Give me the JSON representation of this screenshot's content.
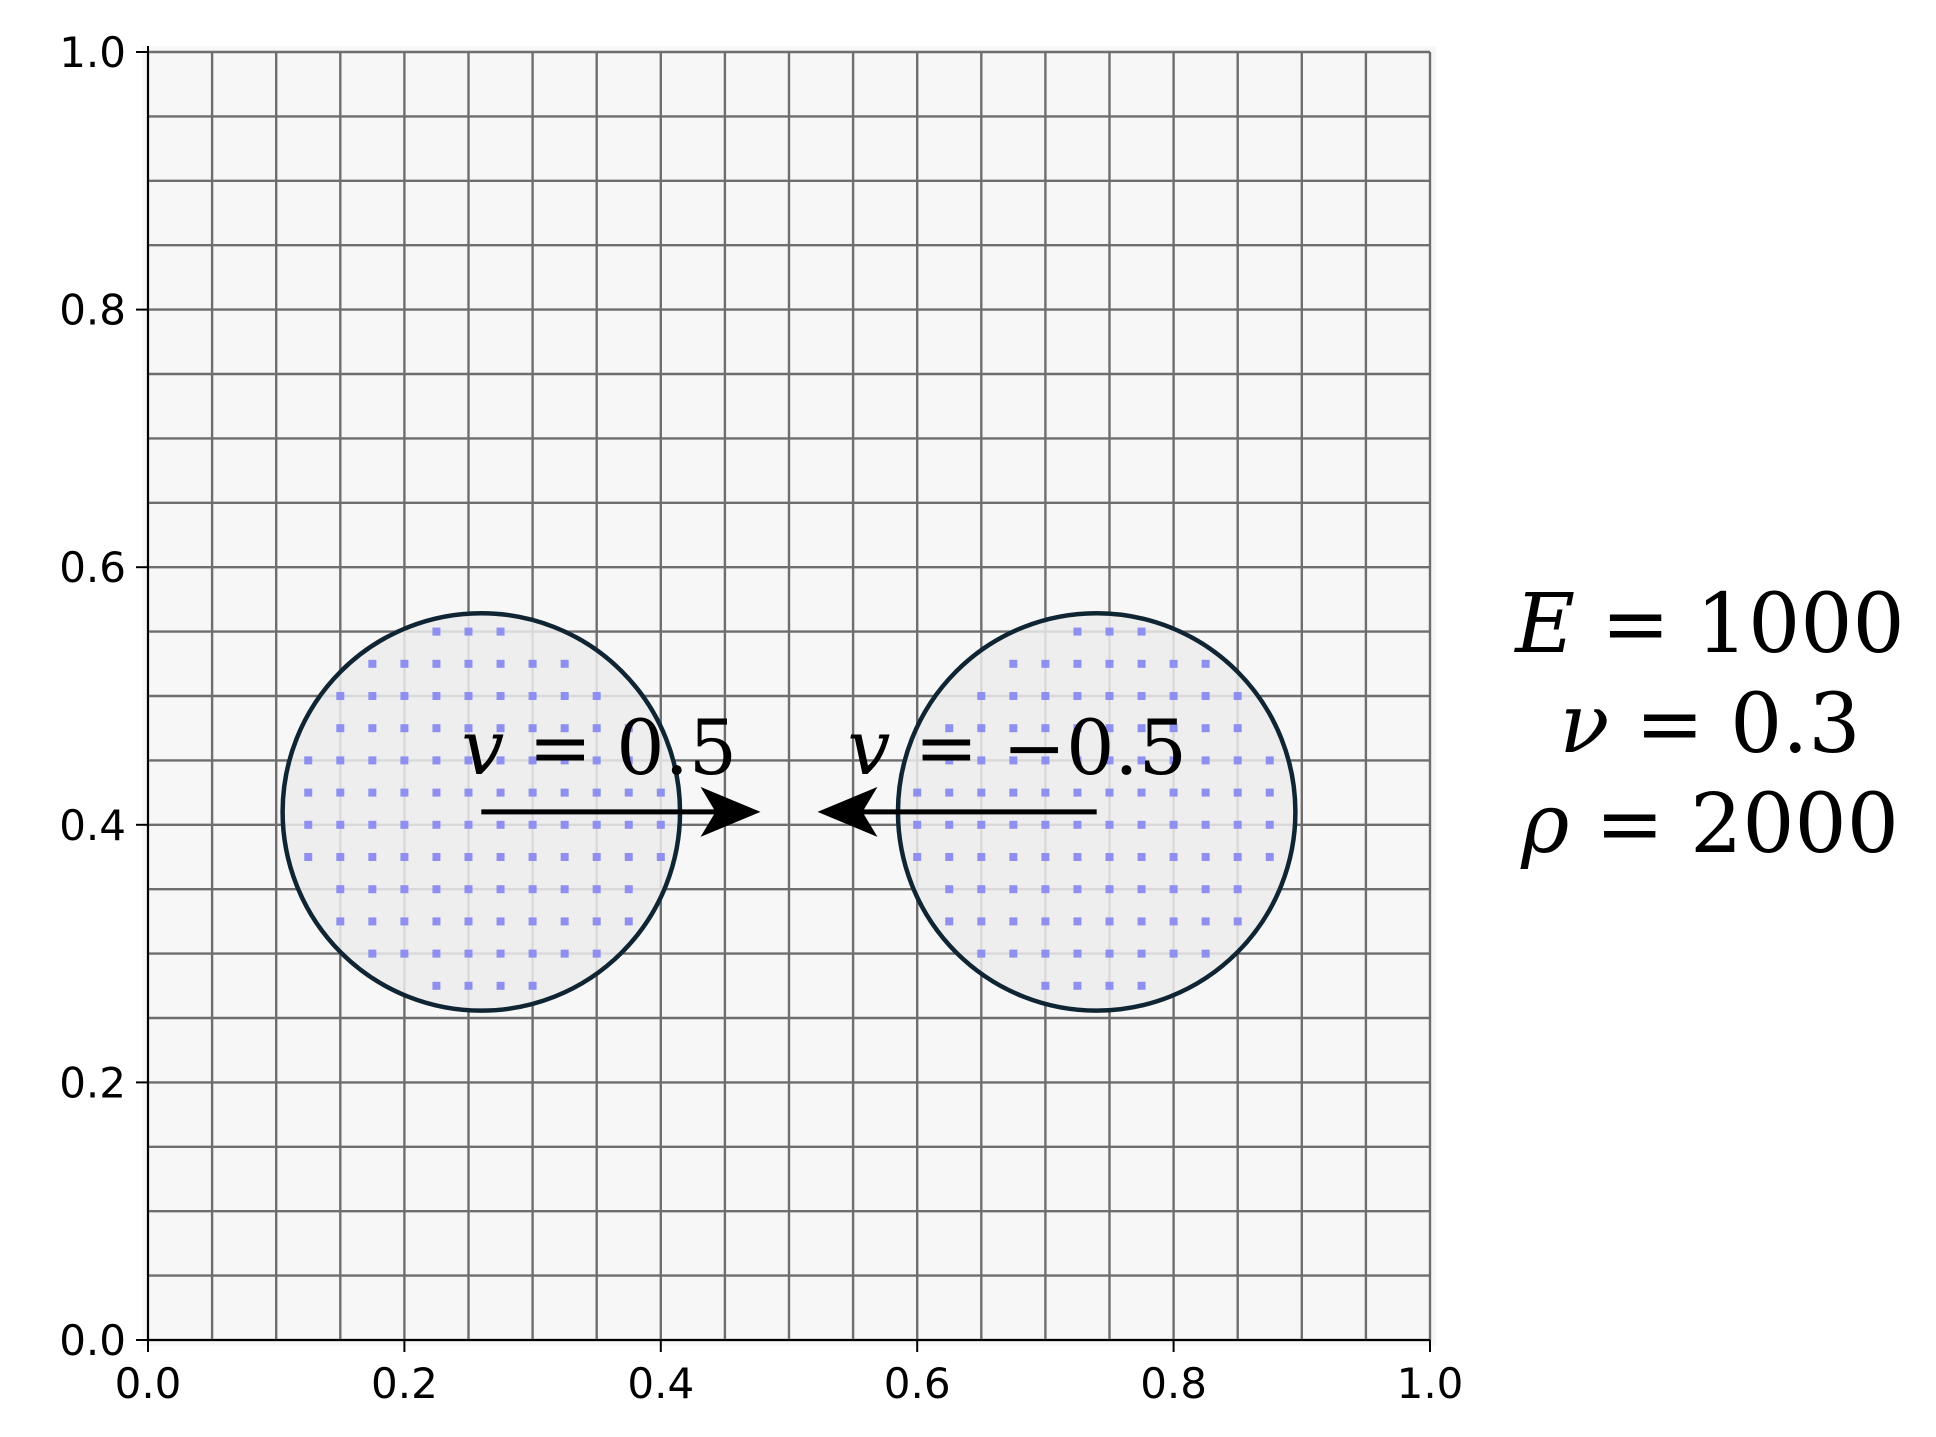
{
  "axes": {
    "xlim": [
      0.0,
      1.0
    ],
    "ylim": [
      0.0,
      1.0
    ],
    "x_ticks": [
      "0.0",
      "0.2",
      "0.4",
      "0.6",
      "0.8",
      "1.0"
    ],
    "y_ticks": [
      "0.0",
      "0.2",
      "0.4",
      "0.6",
      "0.8",
      "1.0"
    ],
    "grid_cells": 20,
    "grid": true
  },
  "colors": {
    "background": "#f7f7f7",
    "grid_line": "#6e6e6e",
    "disk_fill": "#ececec",
    "disk_edge": "#0f2533",
    "particle": "#8f8ff0",
    "arrow": "#000000"
  },
  "disks": [
    {
      "center": [
        0.26,
        0.41
      ],
      "radius": 0.155,
      "velocity_label": "v = 0.5",
      "velocity": 0.5
    },
    {
      "center": [
        0.74,
        0.41
      ],
      "radius": 0.155,
      "velocity_label": "v = −0.5",
      "velocity": -0.5
    }
  ],
  "particle_spacing": 0.025,
  "material": {
    "E_symbol": "E",
    "E_text": " = 1000",
    "nu_symbol": "ν",
    "nu_text": " = 0.3",
    "rho_symbol": "ρ",
    "rho_text": " = 2000"
  }
}
